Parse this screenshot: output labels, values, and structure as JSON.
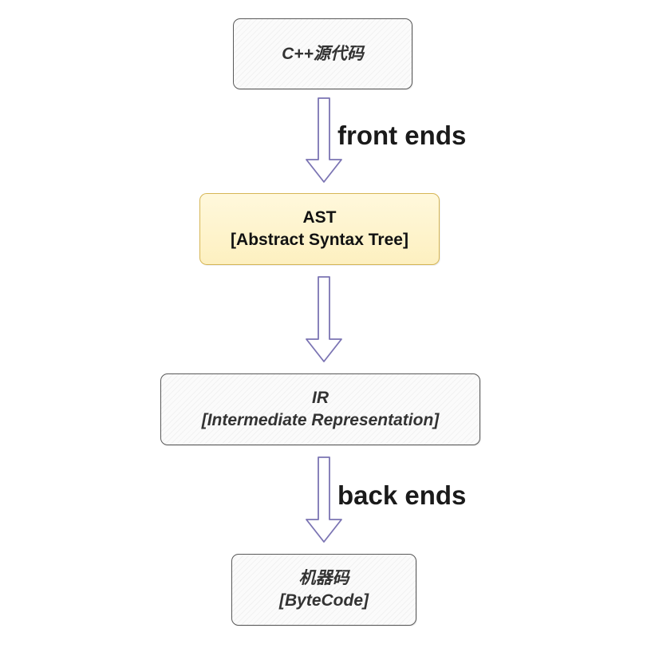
{
  "nodes": {
    "source": {
      "line1": "C++源代码"
    },
    "ast": {
      "line1": "AST",
      "line2": "[Abstract Syntax Tree]"
    },
    "ir": {
      "line1": "IR",
      "line2": "[Intermediate Representation]"
    },
    "machine": {
      "line1": "机器码",
      "line2": "[ByteCode]"
    }
  },
  "edges": {
    "front": {
      "label": "front ends"
    },
    "middle": {
      "label": ""
    },
    "back": {
      "label": "back ends"
    }
  },
  "colors": {
    "arrow_stroke": "#7b74b3",
    "ast_fill": "#fff6d4",
    "ast_border": "#d6b656",
    "box_border": "#595959"
  }
}
